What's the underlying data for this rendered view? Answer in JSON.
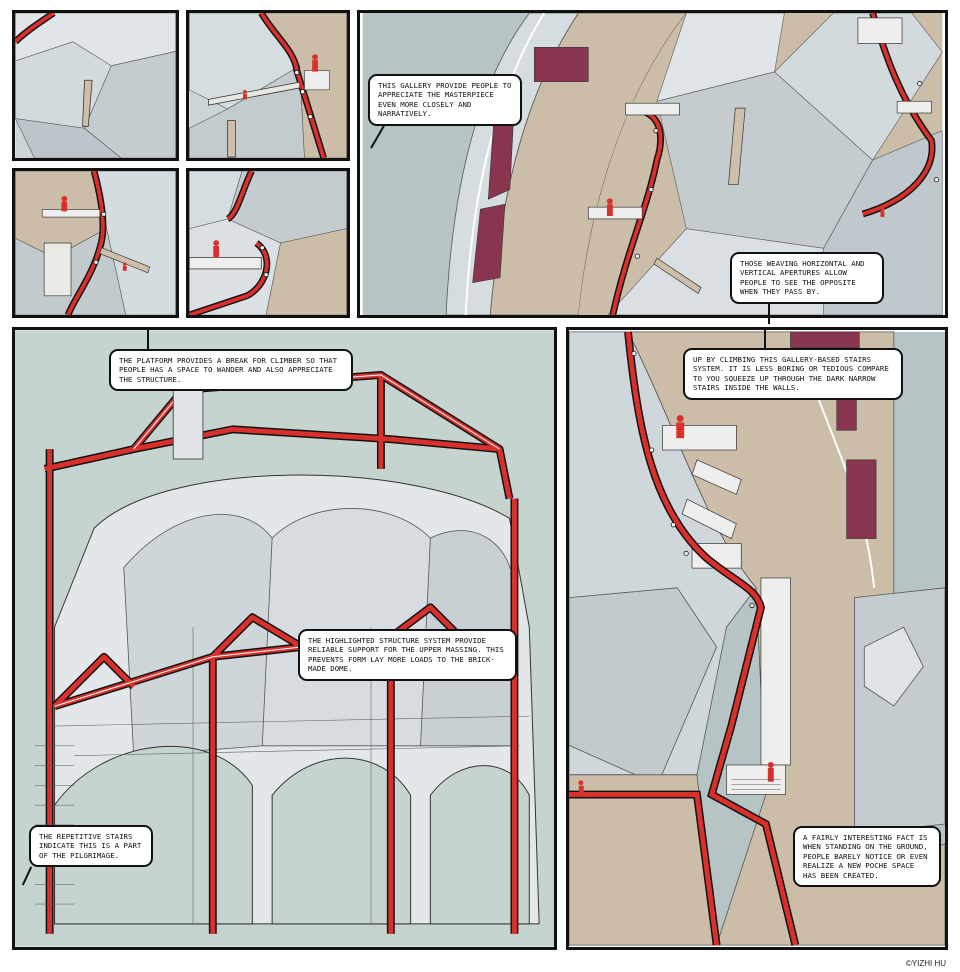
{
  "captions": {
    "gallery": "This gallery provide people to appreciate the masterpiece even more closely and narratively.",
    "apertures": "Those weaving horizontal and vertical apertures allow people to see the opposite when they pass by.",
    "platform": "The platform provides a break for climber so that people has a space to wander and also appreciate the structure.",
    "structure": "The highlighted structure system provide reliable support for the upper massing. This prevents form lay more loads to the brick-made dome.",
    "stairs": "The repetitive stairs indicate this is a part of the pilgrimage.",
    "climbing": "Up by climbing this gallery-based stairs system. It is less boring or tedious compare to you squeeze up through the dark narrow stairs inside the walls.",
    "poche": "A fairly interesting fact is when standing on the ground, people barely notice or even realize a new poche space has been created."
  },
  "credit": "©YIZHI HU",
  "colors": {
    "structure_red": "#d9302c",
    "wall_grey": "#c8d0d4",
    "sand": "#c9bcaa",
    "maroon": "#8a3550",
    "sky": "#b6c4c6",
    "outline": "#111111"
  }
}
